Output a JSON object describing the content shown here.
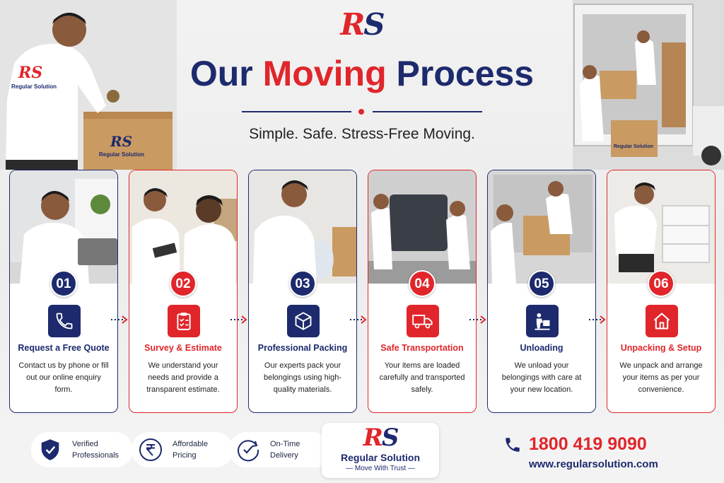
{
  "logo": {
    "r": "R",
    "s": "S"
  },
  "header": {
    "title_part1": "Our ",
    "title_part2": "Moving",
    "title_part3": " Process",
    "tagline": "Simple. Safe. Stress-Free Moving."
  },
  "photo_labels": {
    "left_shirt_logo": "RS",
    "left_shirt_brand": "Regular Solution",
    "left_box_logo": "RS",
    "left_box_brand": "Regular Solution",
    "right_box_brand": "Regular Solution"
  },
  "steps": [
    {
      "num": "01",
      "title": "Request a Free Quote",
      "desc": "Contact us by phone or fill out our online enquiry form.",
      "icon": "phone-icon",
      "accent": "#1d2a6d"
    },
    {
      "num": "02",
      "title": "Survey & Estimate",
      "desc": "We understand your needs and provide a transparent estimate.",
      "icon": "clipboard-icon",
      "accent": "#e0262b"
    },
    {
      "num": "03",
      "title": "Professional Packing",
      "desc": "Our experts pack your belongings using high-quality materials.",
      "icon": "box-icon",
      "accent": "#1d2a6d"
    },
    {
      "num": "04",
      "title": "Safe Transportation",
      "desc": "Your items are loaded carefully and transported safely.",
      "icon": "truck-icon",
      "accent": "#e0262b"
    },
    {
      "num": "05",
      "title": "Unloading",
      "desc": "We unload your belongings with care at your new location.",
      "icon": "unloading-worker-icon",
      "accent": "#1d2a6d"
    },
    {
      "num": "06",
      "title": "Unpacking & Setup",
      "desc": "We unpack and arrange your items as per your convenience.",
      "icon": "house-icon",
      "accent": "#e0262b"
    }
  ],
  "footer": {
    "badges": [
      {
        "line1": "Verified",
        "line2": "Professionals",
        "icon": "shield-check-icon"
      },
      {
        "line1": "Affordable",
        "line2": "Pricing",
        "icon": "rupee-icon"
      },
      {
        "line1": "On-Time",
        "line2": "Delivery",
        "icon": "clock-check-icon"
      }
    ],
    "brand": "Regular Solution",
    "motto": "— Move With Trust —",
    "phone": "1800 419 9090",
    "website": "www.regularsolution.com"
  },
  "colors": {
    "navy": "#1d2a6d",
    "red": "#e0262b"
  }
}
